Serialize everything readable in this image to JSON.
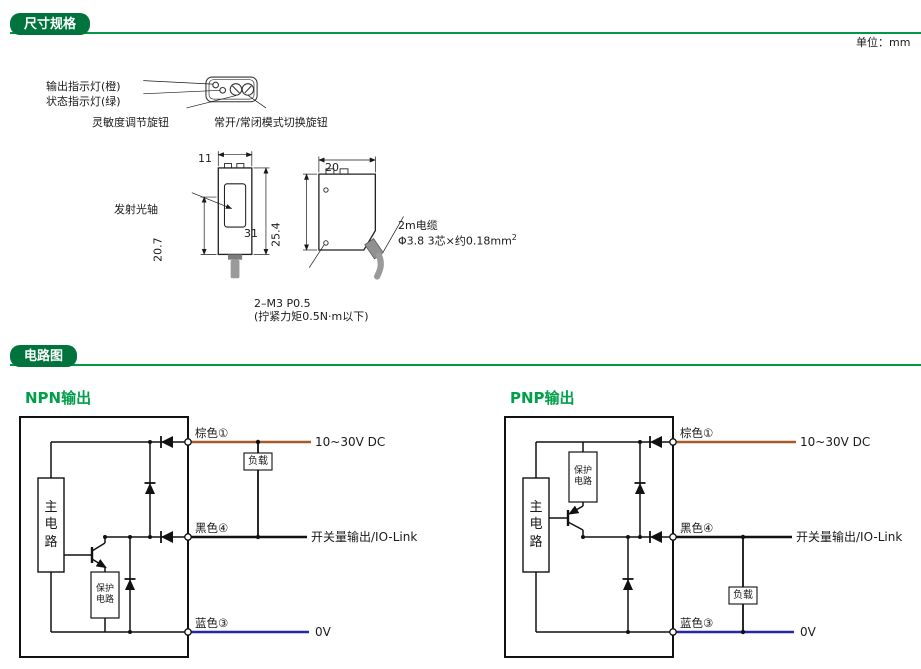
{
  "sections": {
    "dimensions": {
      "title": "尺寸规格",
      "unit": "单位：mm"
    },
    "circuit": {
      "title": "电路图"
    }
  },
  "sensor": {
    "labels": {
      "output_indicator": "输出指示灯(橙)",
      "status_indicator": "状态指示灯(绿)",
      "sensitivity_knob": "灵敏度调节旋钮",
      "mode_switch": "常开/常闭模式切换旋钮",
      "emitter_axis": "发射光轴",
      "cable_line1": "2m电缆",
      "cable_line2": "Φ3.8 3芯×约0.18mm",
      "cable_sup": "2",
      "screw_line1": "2–M3 P0.5",
      "screw_line2": "(拧紧力矩0.5N·m以下)"
    },
    "dims": {
      "front_width": "11",
      "front_height": "31",
      "axis_to_bottom": "20.7",
      "side_width": "20",
      "side_height": "25.4"
    }
  },
  "circuits": {
    "npn": {
      "title": "NPN输出",
      "main_circuit": "主电路",
      "protection": "保护电路",
      "load": "负载",
      "wires": {
        "brown": "棕色①",
        "black": "黑色④",
        "blue": "蓝色③"
      },
      "terminals": {
        "power": "10~30V DC",
        "output": "开关量输出/IO-Link",
        "ground": "0V"
      }
    },
    "pnp": {
      "title": "PNP输出",
      "main_circuit": "主电路",
      "protection": "保护电路",
      "load": "负载",
      "wires": {
        "brown": "棕色①",
        "black": "黑色④",
        "blue": "蓝色③"
      },
      "terminals": {
        "power": "10~30V DC",
        "output": "开关量输出/IO-Link",
        "ground": "0V"
      }
    }
  },
  "colors": {
    "green_dark": "#00743C",
    "green_rule": "#009A44",
    "green_title": "#00A04A",
    "wire_brown": "#A65A2B",
    "wire_blue": "#2626A8"
  }
}
